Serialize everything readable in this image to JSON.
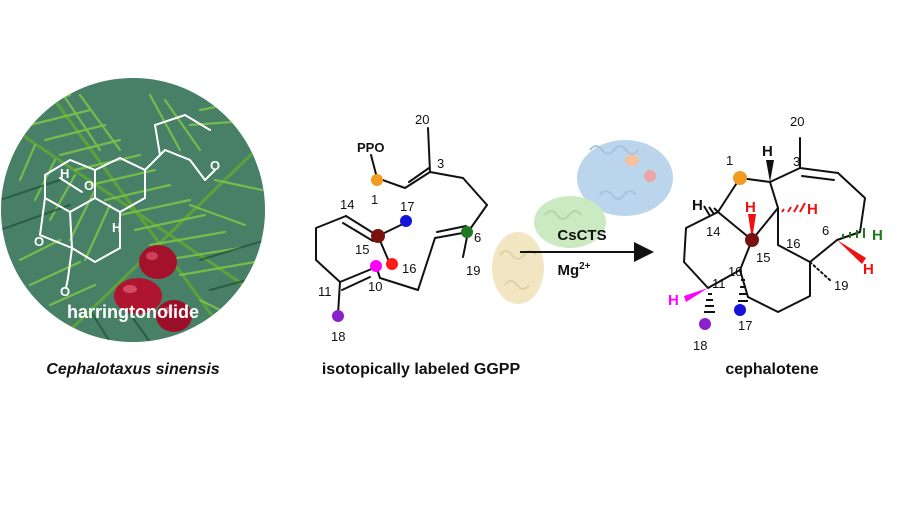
{
  "colors": {
    "c1": "#f39a21",
    "c6": "#1f7a1f",
    "c10": "#ff00ff",
    "c15": "#7a1111",
    "c16": "#ff1a1a",
    "c17": "#1414d8",
    "c18": "#8a22cc",
    "hRed": "#ee1111",
    "hGreen": "#1f7a1f",
    "hMagenta": "#ff00ff"
  },
  "photo": {
    "overlay_text": "harringtonolide",
    "caption": "Cephalotaxus sinensis",
    "atom_labels": {
      "H_a": "H",
      "O_a": "O",
      "H_b": "H",
      "O_b": "O",
      "O_c": "O",
      "O_d": "O"
    }
  },
  "ggpp": {
    "caption": "isotopically labeled GGPP",
    "ppo": "PPO",
    "numbers": {
      "n1": "1",
      "n3": "3",
      "n6": "6",
      "n10": "10",
      "n11": "11",
      "n14": "14",
      "n15": "15",
      "n16": "16",
      "n17": "17",
      "n18": "18",
      "n19": "19",
      "n20": "20"
    }
  },
  "reaction": {
    "enzyme": "CsCTS",
    "cofactor_base": "Mg",
    "cofactor_charge": "2+"
  },
  "product": {
    "caption": "cephalotene",
    "numbers": {
      "n1": "1",
      "n3": "3",
      "n6": "6",
      "n10": "10",
      "n11": "11",
      "n14": "14",
      "n15": "15",
      "n16": "16",
      "n17": "17",
      "n18": "18",
      "n19": "19",
      "n20": "20"
    },
    "h_labels": {
      "h_top": "H",
      "h_left": "H",
      "h_red1": "H",
      "h_red2": "H",
      "h_green": "H",
      "h_red3": "H",
      "h_mag": "H"
    }
  }
}
